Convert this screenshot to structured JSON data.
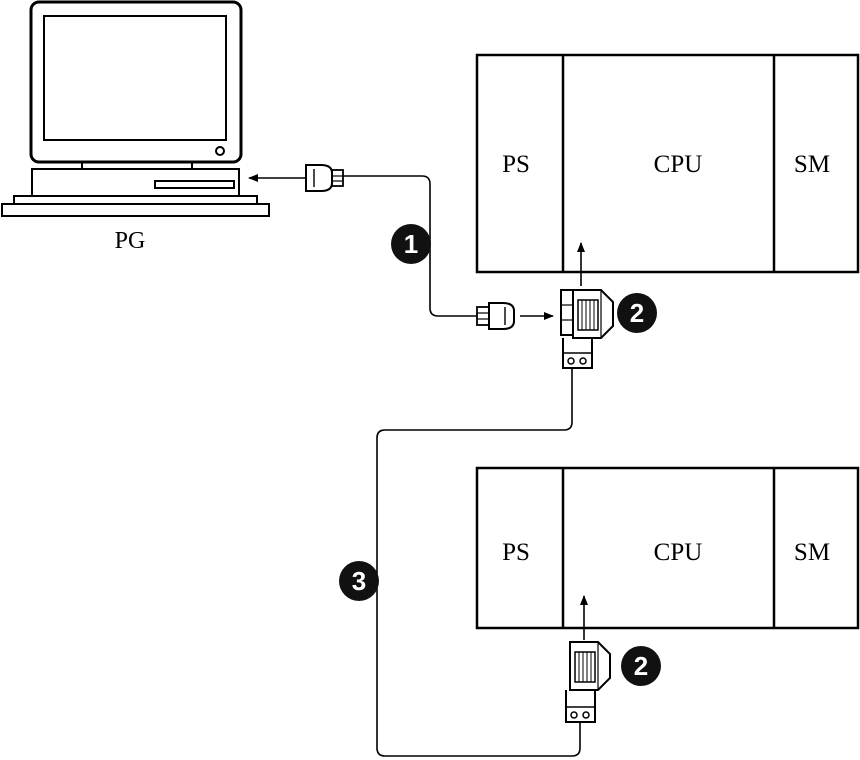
{
  "pg": {
    "label": "PG"
  },
  "racks": [
    {
      "ps": "PS",
      "cpu": "CPU",
      "sm": "SM"
    },
    {
      "ps": "PS",
      "cpu": "CPU",
      "sm": "SM"
    }
  ],
  "callouts": [
    "1",
    "2",
    "2",
    "3"
  ],
  "colors": {
    "line": "#000000",
    "callout_fill": "#111111",
    "background": "#ffffff"
  }
}
